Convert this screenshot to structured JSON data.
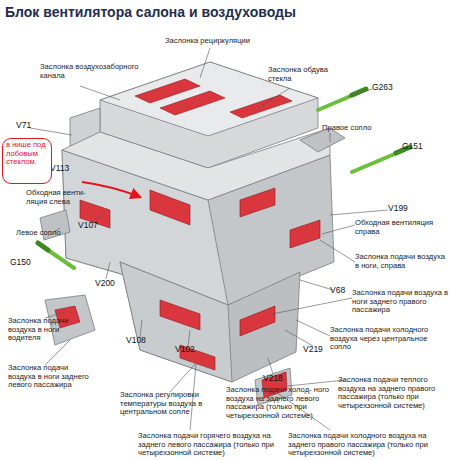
{
  "diagram": {
    "title": "Блок вентилятора салона и воздуховоды",
    "nodes": [
      {
        "text": [
          "в нише под лобовым стеклом."
        ]
      }
    ],
    "labels": [
      "Заслонка рециркуляции",
      "Заслонка воздухозаборного канала",
      "Заслонка обдува стекла",
      "G263",
      "V71",
      "Правое сопло",
      "G151",
      "V113",
      "Обходная венти- ляция слева",
      "V107",
      "Левое сопло",
      "V199",
      "Обходная вентиляция справа",
      "G150",
      "V200",
      "Заслонка подачи воздуха в ноги, справа",
      "V68",
      "Заслонка подачи воздуха в ноги заднего правого пассажира",
      "Заслонка подачи воздуха в ноги водителя",
      "V108",
      "V102",
      "V219",
      "Заслонка подачи холодного воздуха через центральное сопло",
      "V218",
      "Заслонка подачи воздуха в ноги заднего левого пассажира",
      "Заслонка регулировки температуры воздуха в центральном сопле",
      "Заслонка подачи холод- ного воздуха на заднего левого пассажира (только при четырехзонной системе)",
      "Заслонка подачи теплого воздуха на заднего правого пассажира (только при четырехзонной системе)",
      "Заслонка подачи горячего воздуха на заднего левого пассажира (только при четырехзонной системе)",
      "Заслонка подачи холодного воздуха на заднего правого пассажира (только при четырехзонной системе)"
    ]
  }
}
